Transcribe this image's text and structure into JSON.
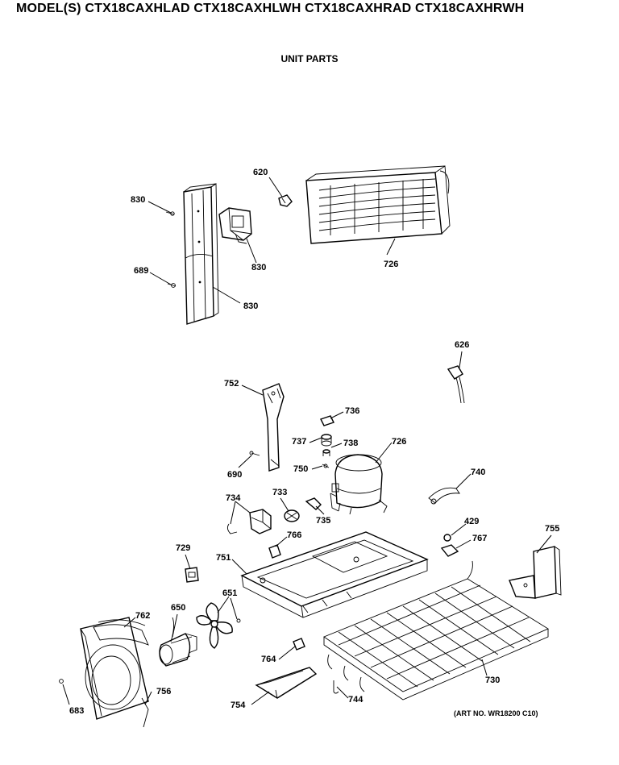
{
  "header": {
    "models": "MODEL(S) CTX18CAXHLAD  CTX18CAXHLWH  CTX18CAXHRAD  CTX18CAXHRWH",
    "section": "UNIT PARTS"
  },
  "footer": {
    "art_no": "(ART NO. WR18200 C10)"
  },
  "callouts": [
    {
      "id": "c830a",
      "text": "830"
    },
    {
      "id": "c620",
      "text": "620"
    },
    {
      "id": "c726a",
      "text": "726"
    },
    {
      "id": "c830b",
      "text": "830"
    },
    {
      "id": "c689",
      "text": "689"
    },
    {
      "id": "c830c",
      "text": "830"
    },
    {
      "id": "c626",
      "text": "626"
    },
    {
      "id": "c752",
      "text": "752"
    },
    {
      "id": "c736",
      "text": "736"
    },
    {
      "id": "c737",
      "text": "737"
    },
    {
      "id": "c738",
      "text": "738"
    },
    {
      "id": "c726b",
      "text": "726"
    },
    {
      "id": "c690",
      "text": "690"
    },
    {
      "id": "c750",
      "text": "750"
    },
    {
      "id": "c740",
      "text": "740"
    },
    {
      "id": "c734",
      "text": "734"
    },
    {
      "id": "c733",
      "text": "733"
    },
    {
      "id": "c735",
      "text": "735"
    },
    {
      "id": "c429",
      "text": "429"
    },
    {
      "id": "c767",
      "text": "767"
    },
    {
      "id": "c755",
      "text": "755"
    },
    {
      "id": "c766",
      "text": "766"
    },
    {
      "id": "c729",
      "text": "729"
    },
    {
      "id": "c751",
      "text": "751"
    },
    {
      "id": "c651",
      "text": "651"
    },
    {
      "id": "c650",
      "text": "650"
    },
    {
      "id": "c762",
      "text": "762"
    },
    {
      "id": "c764",
      "text": "764"
    },
    {
      "id": "c730",
      "text": "730"
    },
    {
      "id": "c756",
      "text": "756"
    },
    {
      "id": "c683",
      "text": "683"
    },
    {
      "id": "c754",
      "text": "754"
    },
    {
      "id": "c744",
      "text": "744"
    }
  ]
}
